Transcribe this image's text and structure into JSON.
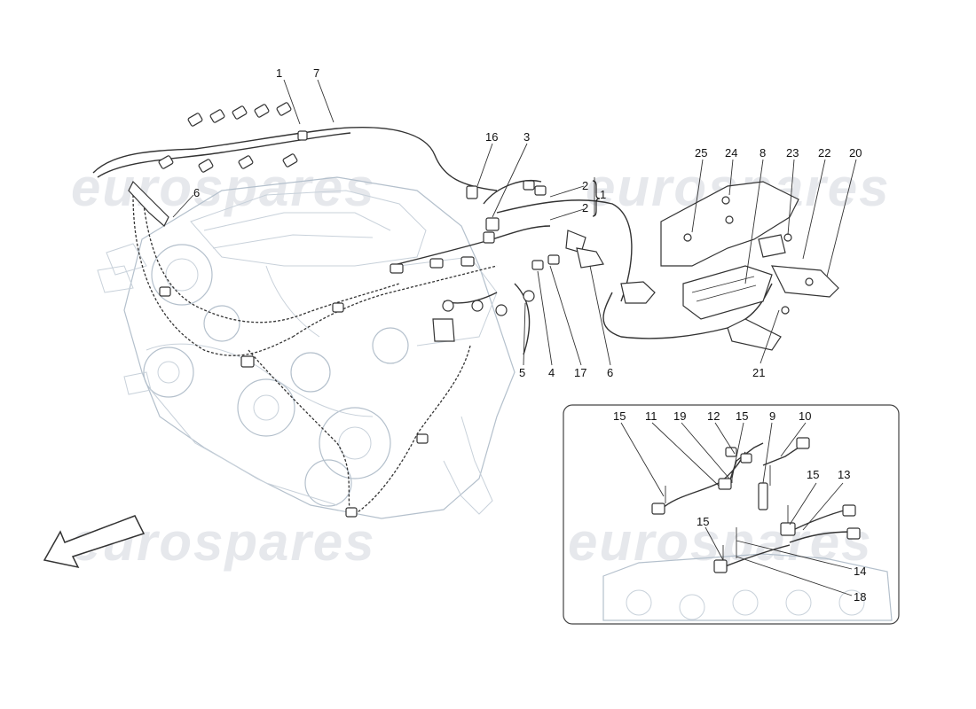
{
  "watermark": "eurospares",
  "callouts": [
    "1",
    "7",
    "16",
    "3",
    "2",
    "2",
    "1",
    "25",
    "24",
    "8",
    "23",
    "22",
    "20",
    "6",
    "5",
    "4",
    "17",
    "6",
    "21",
    "15",
    "11",
    "19",
    "12",
    "15",
    "9",
    "10",
    "15",
    "13",
    "15",
    "14",
    "18"
  ],
  "icons": {
    "direction_arrow": "front-direction-arrow-icon"
  }
}
